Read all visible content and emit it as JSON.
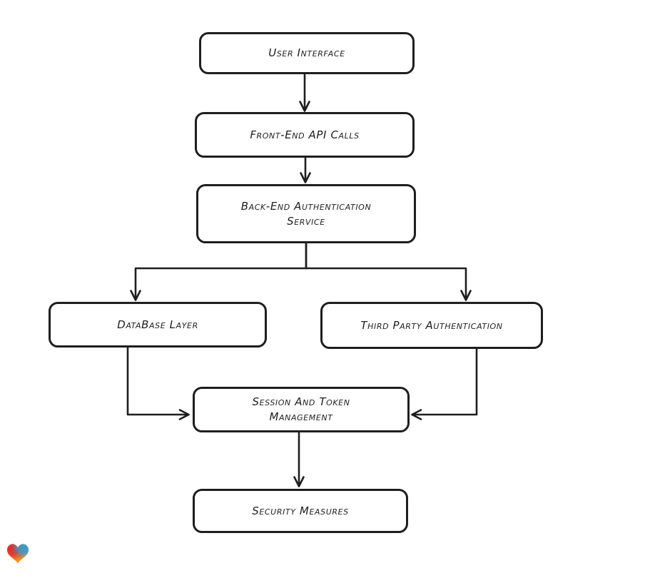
{
  "diagram": {
    "type": "flowchart",
    "style": "hand-drawn",
    "colors": {
      "stroke": "#1e1e1e",
      "node_fill": "#ffffff",
      "background": "#ffffff"
    },
    "nodes": [
      {
        "id": "user-interface",
        "label": "User Interface"
      },
      {
        "id": "front-end-api-calls",
        "label": "Front-End API Calls"
      },
      {
        "id": "back-end-authentication-service",
        "label": "Back-End Authentication Service"
      },
      {
        "id": "database-layer",
        "label": "DataBase Layer"
      },
      {
        "id": "third-party-authentication",
        "label": "Third Party Authentication"
      },
      {
        "id": "session-and-token-management",
        "label": "Session And Token Management"
      },
      {
        "id": "security-measures",
        "label": "Security Measures"
      }
    ],
    "edges": [
      {
        "from": "user-interface",
        "to": "front-end-api-calls"
      },
      {
        "from": "front-end-api-calls",
        "to": "back-end-authentication-service"
      },
      {
        "from": "back-end-authentication-service",
        "to": "database-layer"
      },
      {
        "from": "back-end-authentication-service",
        "to": "third-party-authentication"
      },
      {
        "from": "database-layer",
        "to": "session-and-token-management"
      },
      {
        "from": "third-party-authentication",
        "to": "session-and-token-management"
      },
      {
        "from": "session-and-token-management",
        "to": "security-measures"
      }
    ]
  },
  "branding": {
    "logo": "heart-logo",
    "logo_colors": [
      "#e02b2b",
      "#2f9fd8",
      "#f6981c"
    ]
  }
}
